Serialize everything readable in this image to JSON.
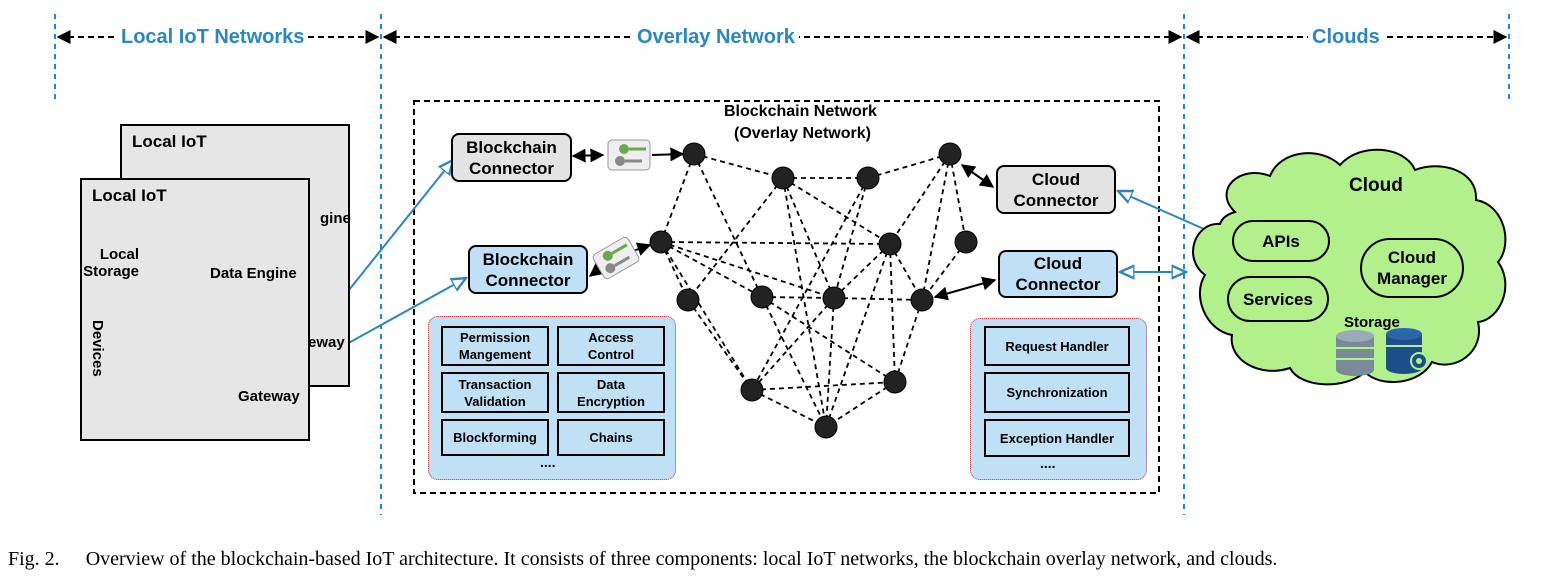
{
  "sections": {
    "local": "Local IoT Networks",
    "overlay": "Overlay Network",
    "clouds": "Clouds"
  },
  "local_iot": {
    "back_panel_title": "Local IoT",
    "back_engine_fragment": "gine",
    "back_gateway_fragment": "eway",
    "front_panel_title": "Local IoT",
    "local_storage": "Local\nStorage",
    "data_engine": "Data Engine",
    "devices": "Devices",
    "gateway": "Gateway"
  },
  "blockchain": {
    "title_line1": "Blockchain Network",
    "title_line2": "(Overlay Network)",
    "connector_top": "Blockchain\nConnector",
    "connector_bottom": "Blockchain\nConnector",
    "functions": [
      "Permission\nMangement",
      "Access\nControl",
      "Transaction\nValidation",
      "Data\nEncryption",
      "Blockforming",
      "Chains"
    ],
    "functions_more": "....",
    "cloud_connector_top": "Cloud\nConnector",
    "cloud_connector_bottom": "Cloud\nConnector",
    "handlers": [
      "Request  Handler",
      "Synchronization",
      "Exception Handler"
    ],
    "handlers_more": "...."
  },
  "cloud": {
    "title": "Cloud",
    "apis": "APIs",
    "services": "Services",
    "manager": "Cloud\nManager",
    "storage": "Storage"
  },
  "caption": {
    "label": "Fig. 2.",
    "text": "Overview of the blockchain-based IoT architecture. It consists of three components: local IoT networks, the blockchain overlay network, and clouds."
  },
  "colors": {
    "section_blue": "#2a86c4",
    "connector_blue": "#bfe0f5",
    "cloud_green": "#b2f08c",
    "panel_grey": "#e6e6e6",
    "node": "#222222"
  }
}
